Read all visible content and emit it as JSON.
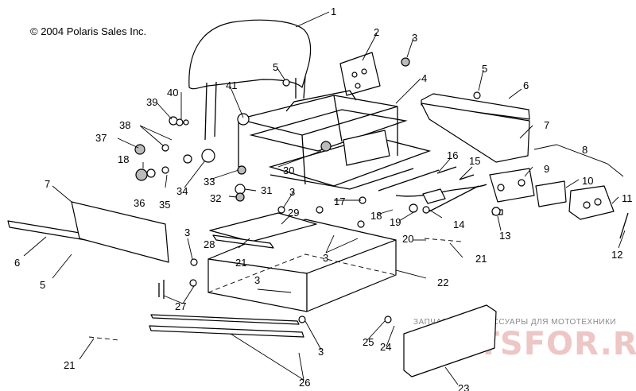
{
  "copyright": "© 2004 Polaris Sales Inc.",
  "callouts": [
    "1",
    "2",
    "3",
    "4",
    "5",
    "6",
    "7",
    "8",
    "9",
    "10",
    "11",
    "12",
    "13",
    "14",
    "15",
    "16",
    "17",
    "18",
    "19",
    "20",
    "21",
    "22",
    "23",
    "24",
    "25",
    "26",
    "27",
    "28",
    "29",
    "30",
    "31",
    "32",
    "33",
    "34",
    "35",
    "36",
    "37",
    "38",
    "39",
    "40",
    "41"
  ],
  "watermark": {
    "text": "ЗАПЧАСТИ И АКСЕССУАРЫ ДЛЯ МОТОТЕХНИКИ",
    "logo": "PARTSFOR.RU"
  }
}
